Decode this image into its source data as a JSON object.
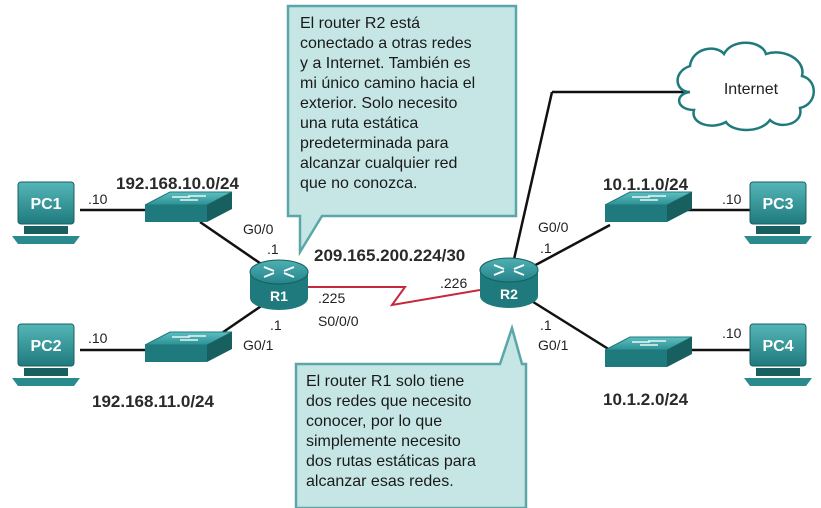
{
  "devices": {
    "pc1": "PC1",
    "pc2": "PC2",
    "pc3": "PC3",
    "pc4": "PC4",
    "r1": "R1",
    "r2": "R2",
    "cloud": "Internet"
  },
  "networks": {
    "lan10": "192.168.10.0/24",
    "lan11": "192.168.11.0/24",
    "wan": "209.165.200.224/30",
    "lan1": "10.1.1.0/24",
    "lan2": "10.1.2.0/24"
  },
  "labels": {
    "pc1_ip": ".10",
    "pc2_ip": ".10",
    "pc3_ip": ".10",
    "pc4_ip": ".10",
    "r1_g00": "G0/0",
    "r1_g00_ip": ".1",
    "r1_g01": "G0/1",
    "r1_g01_ip": ".1",
    "r1_s000_ip": ".225",
    "r1_s000": "S0/0/0",
    "r2_s_ip": ".226",
    "r2_g00": "G0/0",
    "r2_g00_ip": ".1",
    "r2_g01": "G0/1",
    "r2_g01_ip": ".1"
  },
  "callouts": {
    "top": "El router R2 está\nconectado a otras redes\ny a Internet. También es\nmi único camino hacia el\nexterior. Solo necesito\nuna ruta estática\npredeterminada para\nalcanzar cualquier red\nque no conozca.",
    "bottom": "El router R1 solo tiene\ndos redes que necesito\nconocer, por lo que\nsimplemente necesito\ndos rutas estáticas para\nalcanzar esas redes."
  },
  "colors": {
    "device_teal": "#2c8f92",
    "device_dark": "#1d6f72",
    "callout_fill": "#c6e6e6",
    "callout_border": "#5aa6a8",
    "serial_link": "#c8283c",
    "link": "#111111"
  }
}
